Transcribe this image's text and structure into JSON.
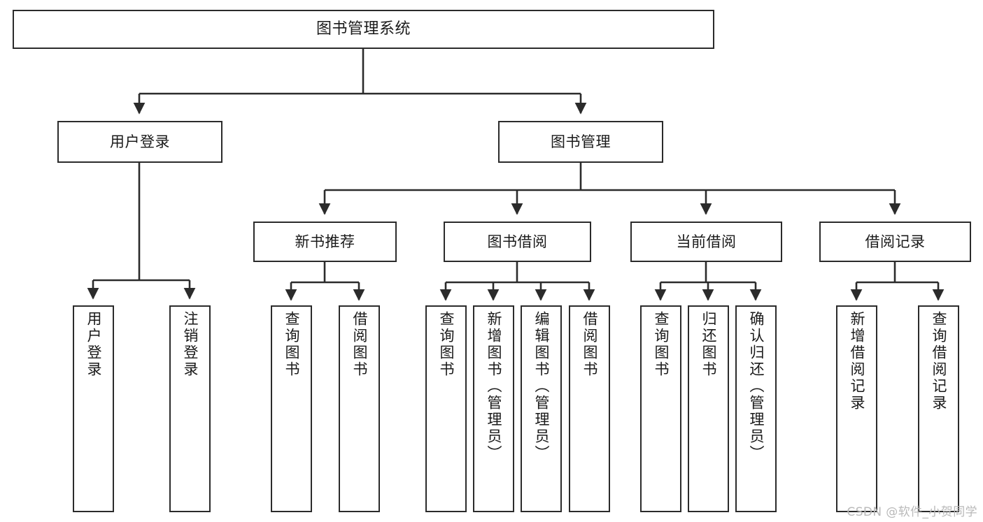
{
  "diagram": {
    "type": "tree",
    "title": "图书管理系统",
    "orientation": "top-down",
    "colors": {
      "box_border": "#2b2b2b",
      "box_fill": "#ffffff",
      "edge": "#2b2b2b",
      "text": "#1a1a1a",
      "watermark": "#b9b9b9",
      "background": "#ffffff"
    },
    "root": {
      "label": "图书管理系统"
    },
    "level2": [
      {
        "label": "用户登录"
      },
      {
        "label": "图书管理"
      }
    ],
    "level3": [
      {
        "label": "新书推荐"
      },
      {
        "label": "图书借阅"
      },
      {
        "label": "当前借阅"
      },
      {
        "label": "借阅记录"
      }
    ],
    "leaves": {
      "user_login": [
        {
          "label": "用户登录"
        },
        {
          "label": "注销登录"
        }
      ],
      "new_book_recommend": [
        {
          "label": "查询图书"
        },
        {
          "label": "借阅图书"
        }
      ],
      "book_borrow": [
        {
          "label": "查询图书"
        },
        {
          "label": "新增图书（管理员）"
        },
        {
          "label": "编辑图书（管理员）"
        },
        {
          "label": "借阅图书"
        }
      ],
      "current_borrow": [
        {
          "label": "查询图书"
        },
        {
          "label": "归还图书"
        },
        {
          "label": "确认归还（管理员）"
        }
      ],
      "borrow_record": [
        {
          "label": "新增借阅记录"
        },
        {
          "label": "查询借阅记录"
        }
      ]
    }
  },
  "watermark": {
    "text": "CSDN @软件_小贺同学"
  }
}
